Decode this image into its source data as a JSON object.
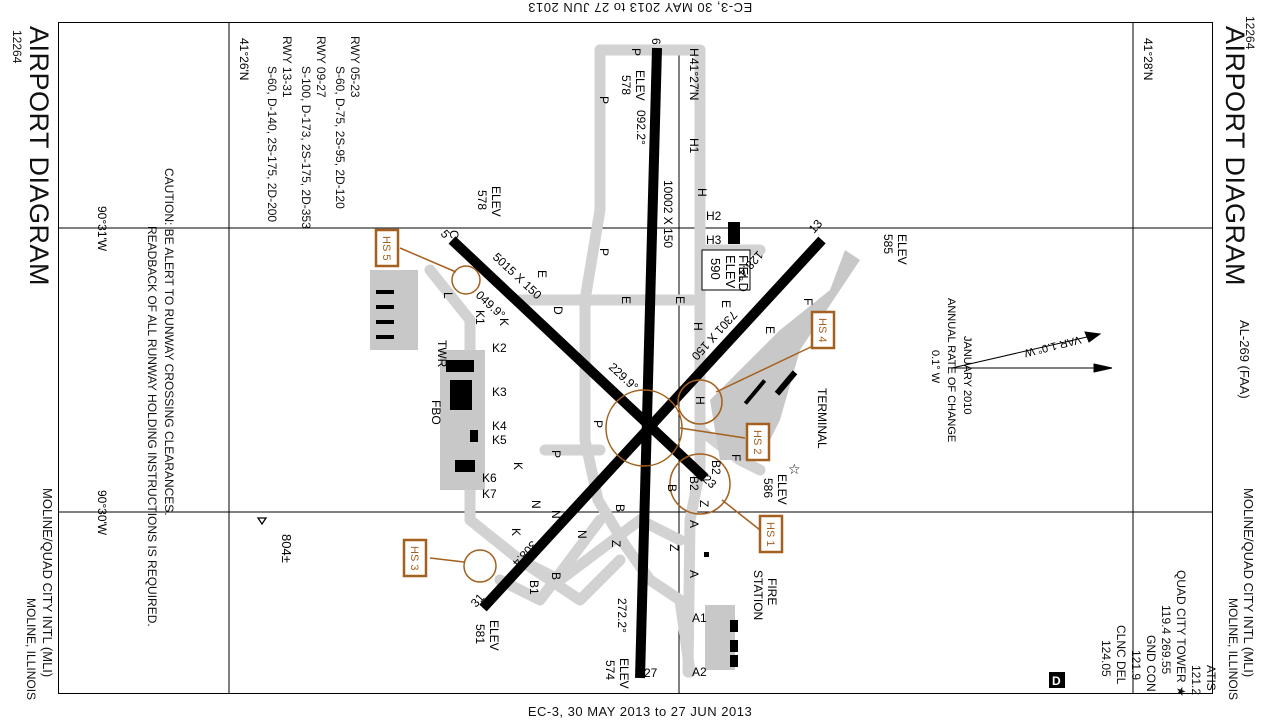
{
  "header": {
    "effective_bottom": "EC-3, 30 MAY 2013 to 27 JUN 2013",
    "effective_top": "EC-3, 30 MAY 2013 to 27 JUN 2013"
  },
  "titles": {
    "airport_diagram_left": "AIRPORT DIAGRAM",
    "airport_diagram_right": "AIRPORT DIAGRAM",
    "proc_num_left": "12264",
    "proc_num_right": "12264",
    "airport_name_left": "MOLINE/QUAD CITY INTL (MLI)",
    "city_left": "MOLINE, ILLINOIS",
    "airport_name_right": "MOLINE/QUAD CITY INTL (MLI)",
    "city_right": "MOLINE, ILLINOIS",
    "al_number": "AL-269 (FAA)"
  },
  "frequencies": [
    "ATIS",
    "121.2",
    "QUAD CITY TOWER ★",
    "119.4  269.55",
    "GND CON",
    "121.9",
    "CLNC DEL",
    "124.05"
  ],
  "corner_letter": "D",
  "caution": {
    "line1": "CAUTION: BE ALERT TO RUNWAY CROSSING CLEARANCES.",
    "line2": "READBACK OF ALL RUNWAY HOLDING INSTRUCTIONS IS REQUIRED."
  },
  "runway_strengths": [
    "RWY 05-23",
    "S-60, D-75, 2S-95, 2D-120",
    "RWY 09-27",
    "S-100, D-173, 2S-175, 2D-353",
    "RWY 13-31",
    "S-60, D-140, 2S-175, 2D-200"
  ],
  "coordinates": {
    "lat_left": "41°26'N",
    "lat_right": "41°28'N",
    "lat_mid": "41°27'N",
    "lon_top": "90°31'W",
    "lon_bottom": "90°30'W"
  },
  "variation": {
    "var": "VAR 1.0° W",
    "date": "JANUARY 2010",
    "arc": "ANNUAL RATE OF CHANGE",
    "rate": "0.1° W"
  },
  "field_elev": {
    "label1": "FIELD",
    "label2": "ELEV",
    "value": "590"
  },
  "runways": {
    "r9_27": {
      "end_a": "6",
      "end_b": "27",
      "elev_a_label": "ELEV",
      "elev_a": "578",
      "elev_b_label": "ELEV",
      "elev_b": "574",
      "heading_a": "092.2°",
      "heading_b": "272.2°",
      "dims": "10002 X 150"
    },
    "r5_23": {
      "end_a": "5",
      "end_b": "23",
      "elev_a_label": "ELEV",
      "elev_a": "578",
      "elev_b_label": "ELEV",
      "elev_b": "586",
      "heading_a": "049.9°",
      "heading_b": "229.9°",
      "dims": "5015 X 150"
    },
    "r13_31": {
      "end_a": "13",
      "end_b": "31",
      "elev_a_label": "ELEV",
      "elev_a": "585",
      "elev_b_label": "ELEV",
      "elev_b": "581",
      "heading_a": "128.4°",
      "heading_b": "308.4°",
      "dims": "7301 X 150"
    }
  },
  "taxiways": [
    "P",
    "P",
    "P",
    "P",
    "H",
    "H1",
    "H",
    "H",
    "H2",
    "H3",
    "E",
    "E",
    "E",
    "E",
    "E",
    "F",
    "F",
    "D",
    "K",
    "K1",
    "K2",
    "K3",
    "K4",
    "K5",
    "K6",
    "K7",
    "K",
    "K",
    "N",
    "N",
    "N",
    "B",
    "B",
    "B",
    "B1",
    "Z",
    "Z",
    "Z",
    "A",
    "A",
    "A1",
    "A2",
    "P",
    "C",
    "B2",
    "B2",
    "H",
    "L"
  ],
  "hot_spots": [
    "HS 1",
    "HS 2",
    "HS 3",
    "HS 4",
    "HS 5"
  ],
  "facilities": {
    "terminal": "TERMINAL",
    "twr": "TWR",
    "fbo": "FBO",
    "fire1": "FIRE",
    "fire2": "STATION"
  },
  "obstacle": "804±",
  "colors": {
    "runway": "#000000",
    "taxiway": "#d4d4d4",
    "apron": "#c8c8c8",
    "hotspot": "#a4601e",
    "text": "#111111"
  }
}
